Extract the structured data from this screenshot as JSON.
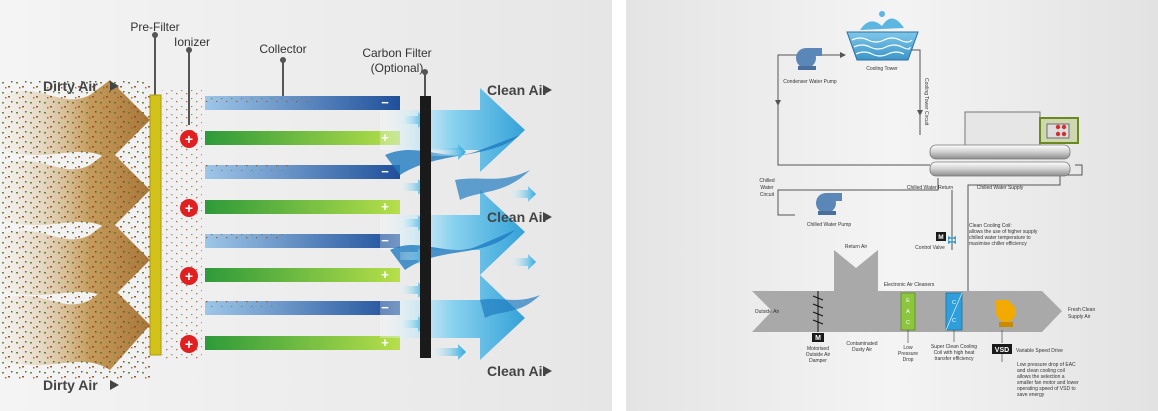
{
  "left_panel": {
    "labels": {
      "pre_filter": "Pre-Filter",
      "ionizer": "Ionizer",
      "collector": "Collector",
      "carbon_filter": "Carbon Filter",
      "optional": "(Optional)",
      "dirty_air_top": "Dirty Air",
      "dirty_air_bottom": "Dirty Air",
      "clean_air_top": "Clean Air",
      "clean_air_mid": "Clean Air",
      "clean_air_bottom": "Clean Air"
    },
    "symbols": {
      "minus": "−",
      "plus": "+"
    },
    "colors": {
      "dirty_air": "#b58a4e",
      "pre_filter": "#d2c21a",
      "collector_negative": "#1f4f9a",
      "collector_positive": "#7cc13a",
      "ionizer": "#e02020",
      "carbon_filter": "#1a1a1a",
      "clean_air": "#2aa9e0"
    }
  },
  "right_panel": {
    "labels": {
      "cooling_tower": "Cooling Tower",
      "condenser_water_pump": "Condenser Water Pump",
      "cooling_tower_circuit": "Cooling Tower Circuit",
      "chilled_water_circuit_1": "Chilled",
      "chilled_water_circuit_2": "Water",
      "chilled_water_circuit_3": "Circuit",
      "chilled_water_return": "Chilled Water Return",
      "chilled_water_supply": "Chilled Water Supply",
      "chilled_water_pump": "Chilled Water Pump",
      "clean_cooling_coil_1": "Clean Cooling Coil:",
      "clean_cooling_coil_2": "allows the use of higher supply",
      "clean_cooling_coil_3": "chilled water temperature to",
      "clean_cooling_coil_4": "maximise chiller efficiency",
      "control_valve": "Control Valve",
      "motor_letter": "M",
      "return_air": "Return Air",
      "electronic_air_cleaners": "Electronic Air Cleaners",
      "outside_air": "Outside Air",
      "fresh_clean_1": "Fresh Clean",
      "fresh_clean_2": "Supply Air",
      "eac_e": "E",
      "eac_a": "A",
      "eac_c": "C",
      "cc_c1": "C",
      "cc_c2": "C",
      "motorised_1": "Motorised",
      "motorised_2": "Outside Air",
      "motorised_3": "Damper",
      "contaminated_1": "Contaminated",
      "contaminated_2": "Dusty Air",
      "low_pressure_1": "Low",
      "low_pressure_2": "Pressure",
      "low_pressure_3": "Drop",
      "super_clean_1": "Super Clean Cooling",
      "super_clean_2": "Coil with high heat",
      "super_clean_3": "transfer efficiency",
      "vsd_badge": "VSD",
      "variable_speed_drive": "Variable Speed Drive",
      "note_1": "Low pressure drop of EAC",
      "note_2": "and clean cooling coil",
      "note_3": "allows the selection a",
      "note_4": "smaller fan motor and lower",
      "note_5": "operating speed of VSD to",
      "note_6": "save energy"
    },
    "colors": {
      "pump": "#5a86b8",
      "eac": "#8cc63f",
      "coil": "#2f9fdb",
      "fan": "#f2a900",
      "duct": "#a9a9a9"
    }
  }
}
